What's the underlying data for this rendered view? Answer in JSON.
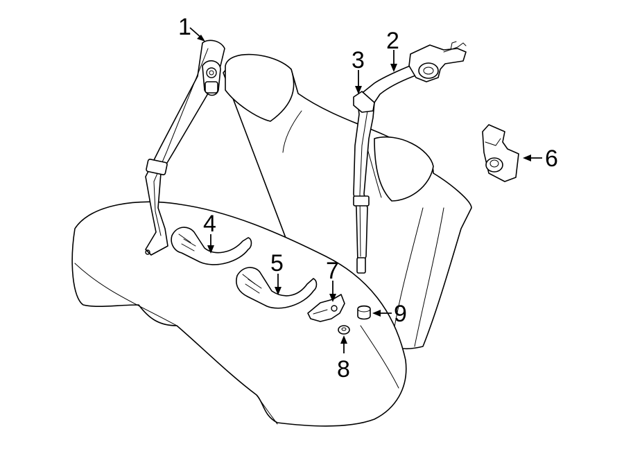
{
  "callouts": [
    {
      "id": "1",
      "text": "1"
    },
    {
      "id": "2",
      "text": "2"
    },
    {
      "id": "3",
      "text": "3"
    },
    {
      "id": "4",
      "text": "4"
    },
    {
      "id": "5",
      "text": "5"
    },
    {
      "id": "6",
      "text": "6"
    },
    {
      "id": "7",
      "text": "7"
    },
    {
      "id": "8",
      "text": "8"
    },
    {
      "id": "9",
      "text": "9"
    }
  ]
}
